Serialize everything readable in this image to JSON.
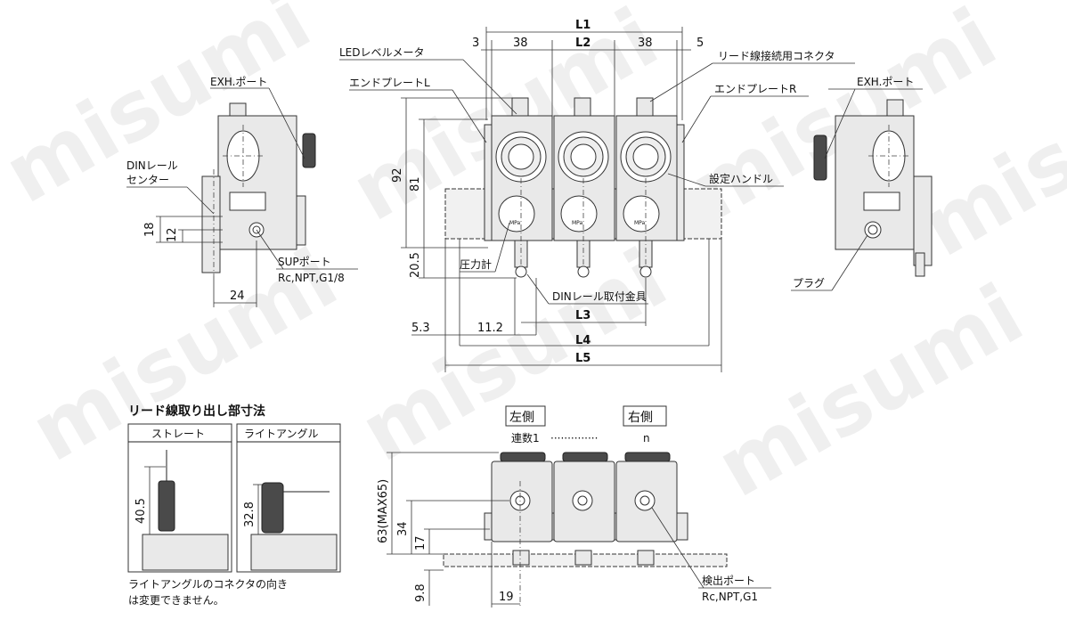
{
  "watermark": "misumi",
  "colors": {
    "line": "#222222",
    "body": "#e9e9e9",
    "dark": "#4a4a4a",
    "background": "#ffffff"
  },
  "left_view": {
    "labels": {
      "exh_port": "EXH.ポート",
      "din_rail_center_1": "DINレール",
      "din_rail_center_2": "センター",
      "sup_port_1": "SUPポート",
      "sup_port_2": "Rc,NPT,G1/8"
    },
    "dims": {
      "d18": "18",
      "d12": "12",
      "d24": "24"
    }
  },
  "front_view": {
    "labels": {
      "led_meter": "LEDレベルメータ",
      "end_plate_l": "エンドプレートL",
      "lead_connector": "リード線接続用コネクタ",
      "end_plate_r": "エンドプレートR",
      "setting_handle": "設定ハンドル",
      "pressure_gauge": "圧力計",
      "din_bracket": "DINレール取付金具",
      "gauge_unit": "MPa"
    },
    "dims": {
      "L1": "L1",
      "L2": "L2",
      "L3": "L3",
      "L4": "L4",
      "L5": "L5",
      "d3": "3",
      "d38a": "38",
      "d38b": "38",
      "d5": "5",
      "d92": "92",
      "d81": "81",
      "d20_5": "20.5",
      "d5_3": "5.3",
      "d11_2": "11.2"
    }
  },
  "right_view": {
    "labels": {
      "exh_port": "EXH.ポート",
      "plug": "プラグ"
    }
  },
  "lead_section": {
    "title": "リード線取り出し部寸法",
    "col_straight": "ストレート",
    "col_right_angle": "ライトアングル",
    "d40_5": "40.5",
    "d32_8": "32.8",
    "note_1": "ライトアングルのコネクタの向き",
    "note_2": "は変更できません。"
  },
  "bottom_view": {
    "left_side": "左側",
    "right_side": "右側",
    "count_label": "連数1",
    "dots": "··············",
    "n_label": "n",
    "dims": {
      "d63": "63(MAX65)",
      "d34": "34",
      "d17": "17",
      "d9_8": "9.8",
      "d19": "19"
    },
    "detect_port_1": "検出ポート",
    "detect_port_2": "Rc,NPT,G1"
  }
}
